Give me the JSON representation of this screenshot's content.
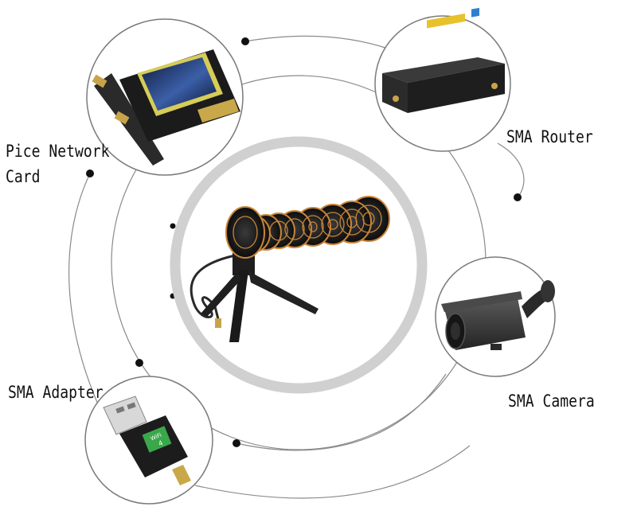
{
  "labels": {
    "network_card_line1": "Pice Network",
    "network_card_line2": "Card",
    "router": "SMA Router",
    "adapter": "SMA Adapter",
    "camera": "SMA Camera"
  },
  "devices": {
    "center": "antenna-on-tripod",
    "network_card": "pcie-network-card",
    "router": "router",
    "adapter": "usb-wifi-adapter",
    "camera": "security-camera"
  },
  "adapter_badge": {
    "line1": "WiFi",
    "line2": "4"
  },
  "colors": {
    "ring": "#d2d2d2",
    "line": "#7a7a7a",
    "dot": "#111111",
    "label": "#111111",
    "antenna_ring": "#c8853a"
  }
}
